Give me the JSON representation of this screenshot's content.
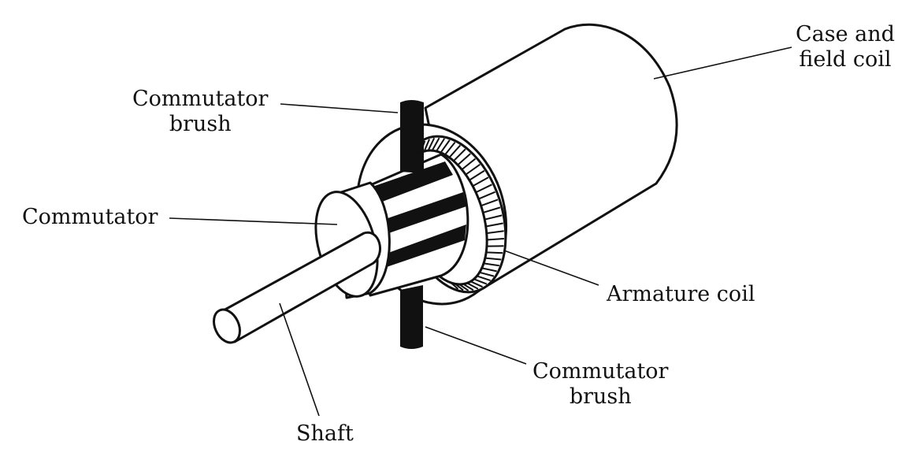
{
  "title": "DC motor components",
  "labels": {
    "case_line1": "Case and",
    "case_line2": "field coil",
    "brush_top_line1": "Commutator",
    "brush_top_line2": "brush",
    "commutator": "Commutator",
    "armature": "Armature coil",
    "brush_bottom_line1": "Commutator",
    "brush_bottom_line2": "brush",
    "shaft": "Shaft"
  },
  "colors": {
    "ink": "#111111",
    "paper": "#ffffff"
  }
}
